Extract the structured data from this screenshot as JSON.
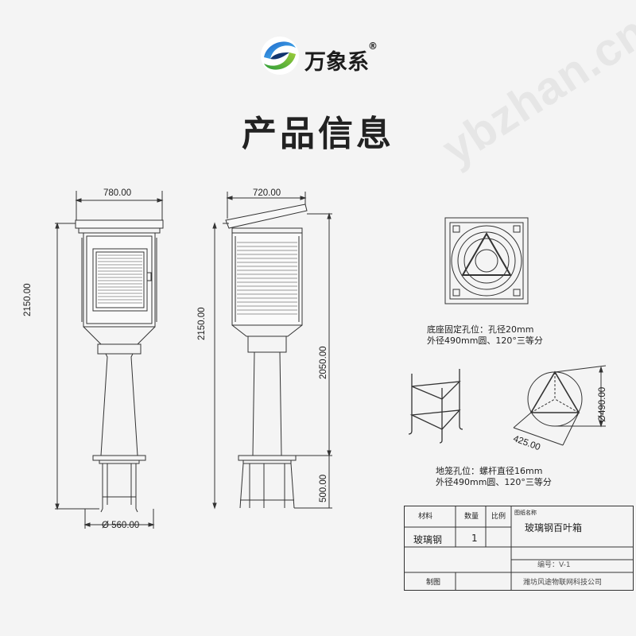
{
  "brand": {
    "name": "万象系",
    "registered_mark": "®",
    "watermark": "ybzhan.cn"
  },
  "page": {
    "title": "产品信息"
  },
  "drawings": {
    "front_view": {
      "top_width": "780.00",
      "height": "2150.00",
      "base_diameter": "Ø 560.00"
    },
    "side_view": {
      "top_width": "720.00",
      "height_total": "2150.00",
      "height_body": "2050.00",
      "height_base": "500.00"
    },
    "base_plate": {
      "note_line1": "底座固定孔位：孔径20mm",
      "note_line2": "外径490mm圆、120°三等分"
    },
    "anchor_frame": {
      "diameter": "Ø490.00",
      "side": "425.00",
      "note_line1": "地笼孔位：螺杆直径16mm",
      "note_line2": "外径490mm圆、120°三等分"
    }
  },
  "title_block": {
    "header_material": "材料",
    "header_quantity": "数量",
    "header_scale": "比例",
    "header_name": "图纸名称",
    "material": "玻璃钢",
    "quantity": "1",
    "product_name": "玻璃钢百叶箱",
    "drawing_no": "编号：V-1",
    "drawn_by": "制图",
    "company": "潍坊风途物联网科技公司"
  }
}
